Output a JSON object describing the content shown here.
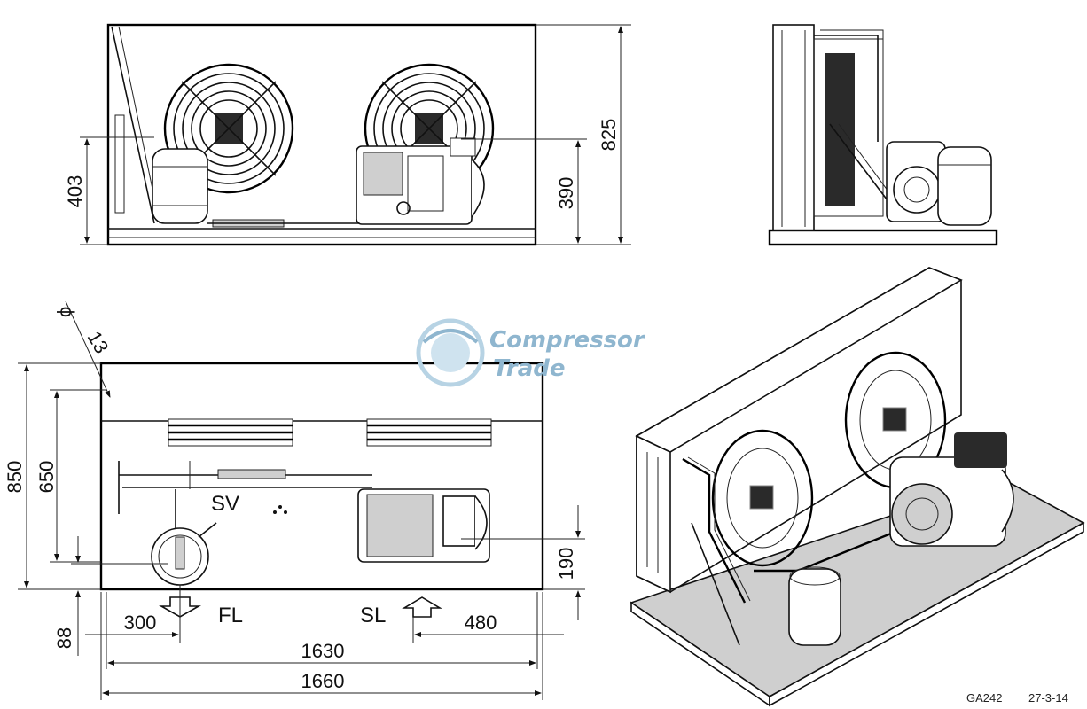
{
  "watermark": {
    "line1": "Compressor",
    "line2": "Trade"
  },
  "front_view": {
    "dim_height_total": "825",
    "dim_receiver_height": "403",
    "dim_compressor_height": "390"
  },
  "top_view": {
    "dim_phi": "ϕ",
    "dim_hole": "13",
    "dim_depth_total": "850",
    "dim_depth_inner": "650",
    "dim_edge_88": "88",
    "dim_190": "190",
    "dim_300": "300",
    "dim_480": "480",
    "dim_width_inner": "1630",
    "dim_width_total": "1660",
    "label_sv": "SV",
    "label_fl": "FL",
    "label_sl": "SL"
  },
  "footer": {
    "ref_code": "GA242",
    "ref_date": "27-3-14"
  }
}
